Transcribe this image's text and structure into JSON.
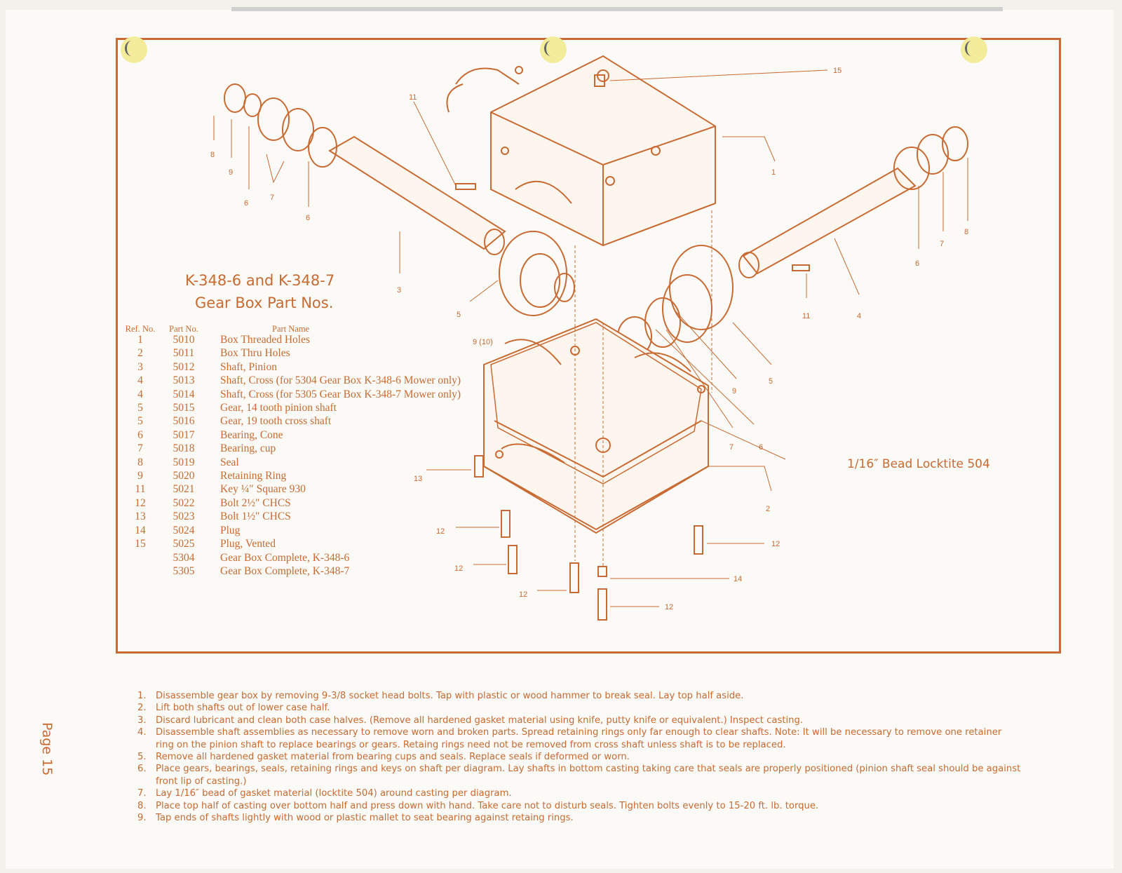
{
  "title": {
    "line1": "K-348-6 and K-348-7",
    "line2": "Gear Box Part Nos."
  },
  "parts_table": {
    "headers": {
      "ref": "Ref. No.",
      "part": "Part No.",
      "name": "Part Name"
    },
    "rows": [
      {
        "ref": "1",
        "part": "5010",
        "name": "Box Threaded Holes"
      },
      {
        "ref": "2",
        "part": "5011",
        "name": "Box Thru Holes"
      },
      {
        "ref": "3",
        "part": "5012",
        "name": "Shaft, Pinion"
      },
      {
        "ref": "4",
        "part": "5013",
        "name": "Shaft, Cross (for 5304 Gear Box K-348-6 Mower only)"
      },
      {
        "ref": "4",
        "part": "5014",
        "name": "Shaft, Cross (for 5305 Gear Box K-348-7 Mower only)"
      },
      {
        "ref": "5",
        "part": "5015",
        "name": "Gear, 14 tooth pinion shaft"
      },
      {
        "ref": "5",
        "part": "5016",
        "name": "Gear, 19 tooth cross shaft"
      },
      {
        "ref": "6",
        "part": "5017",
        "name": "Bearing, Cone"
      },
      {
        "ref": "7",
        "part": "5018",
        "name": "Bearing, cup"
      },
      {
        "ref": "8",
        "part": "5019",
        "name": "Seal"
      },
      {
        "ref": "9",
        "part": "5020",
        "name": "Retaining Ring"
      },
      {
        "ref": "11",
        "part": "5021",
        "name": "Key ¼″ Square 930"
      },
      {
        "ref": "12",
        "part": "5022",
        "name": "Bolt 2½″ CHCS"
      },
      {
        "ref": "13",
        "part": "5023",
        "name": "Bolt 1½″ CHCS"
      },
      {
        "ref": "14",
        "part": "5024",
        "name": "Plug"
      },
      {
        "ref": "15",
        "part": "5025",
        "name": "Plug, Vented"
      },
      {
        "ref": "",
        "part": "5304",
        "name": "Gear Box Complete, K-348-6"
      },
      {
        "ref": "",
        "part": "5305",
        "name": "Gear Box Complete, K-348-7"
      }
    ]
  },
  "callouts": [
    "15",
    "11",
    "1",
    "8",
    "9",
    "6",
    "7",
    "6",
    "3",
    "5",
    "9 (10)",
    "8",
    "7",
    "6",
    "11",
    "4",
    "5",
    "9",
    "7",
    "6",
    "2",
    "13",
    "12",
    "12",
    "12",
    "12",
    "14",
    "12"
  ],
  "locktite_label": "1/16″ Bead Locktite 504",
  "page_label": "Page 15",
  "instructions": [
    {
      "n": "1.",
      "text": "Disassemble gear box by removing 9-3/8 socket head bolts. Tap with plastic or wood hammer to break seal. Lay top half aside."
    },
    {
      "n": "2.",
      "text": "Lift both shafts out of lower case half."
    },
    {
      "n": "3.",
      "text": "Discard lubricant and clean both case halves. (Remove all hardened gasket material using knife, putty knife or equivalent.) Inspect casting."
    },
    {
      "n": "4.",
      "text": "Disassemble shaft assemblies as necessary to remove worn and broken parts. Spread retaining rings only far enough to clear shafts. Note: It will be necessary to remove one retainer ring on the pinion shaft to replace bearings or gears. Retaing rings need not be removed from cross shaft unless shaft is to be replaced."
    },
    {
      "n": "5.",
      "text": "Remove all hardened gasket material from bearing cups and seals. Replace seals if deformed or worn."
    },
    {
      "n": "6.",
      "text": "Place gears, bearings, seals, retaining rings and keys on shaft per diagram. Lay shafts in bottom casting taking care that seals are properly positioned (pinion shaft seal should be against front lip of casting.)"
    },
    {
      "n": "7.",
      "text": "Lay 1/16″ bead of gasket material (locktite 504) around casting per diagram."
    },
    {
      "n": "8.",
      "text": "Place top half of casting over bottom half and press down with hand. Take care not to disturb seals. Tighten bolts evenly to 15-20 ft. lb. torque."
    },
    {
      "n": "9.",
      "text": "Tap ends of shafts lightly with wood or plastic mallet to seat bearing against retaing rings."
    }
  ]
}
